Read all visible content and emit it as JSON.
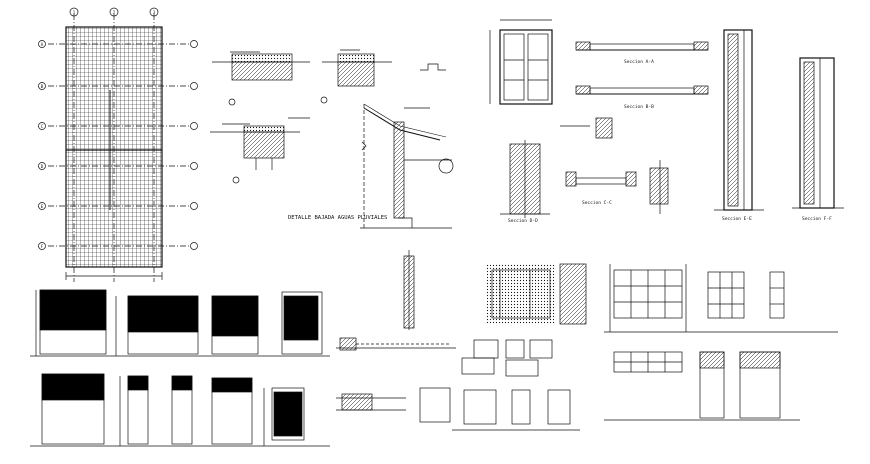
{
  "sheet": {
    "colors": {
      "line": "#111111",
      "fill": "#000000",
      "paper": "#ffffff"
    },
    "plan_labels": {
      "column_numbers": [
        "1",
        "2",
        "3"
      ],
      "row_letters": [
        "A",
        "B",
        "C",
        "D",
        "E",
        "F"
      ]
    },
    "gutter_detail": {
      "title": "DETALLE BAJADA AGUAS PLUVIALES"
    },
    "sections": {
      "section_a": "Seccion A-A",
      "section_b": "Seccion B-B",
      "section_c": "Seccion C-C",
      "section_d": "Seccion D-D",
      "section_e": "Seccion E-E",
      "section_f": "Seccion F-F"
    }
  }
}
